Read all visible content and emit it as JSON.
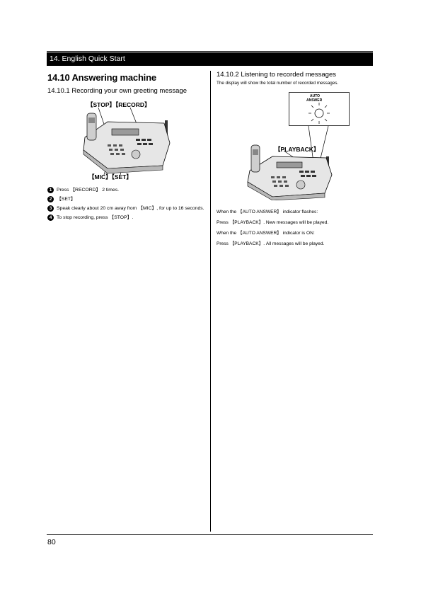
{
  "section_header": "14. English Quick Start",
  "left": {
    "title": "14.10 Answering machine",
    "subtitle": "14.10.1 Recording your own greeting message",
    "callouts": {
      "top": "【STOP】【RECORD】",
      "bottom": "【MIC】【SET】"
    },
    "steps": [
      {
        "num": "1",
        "text": "Press 【RECORD】 2 times."
      },
      {
        "num": "2",
        "text": "【SET】"
      },
      {
        "num": "3",
        "text": "Speak clearly about 20 cm away from 【MIC】, for up to 16 seconds."
      },
      {
        "num": "4",
        "text": "To stop recording, press 【STOP】."
      }
    ]
  },
  "right": {
    "subtitle": "14.10.2 Listening to recorded messages",
    "lead": "The display will show the total number of recorded messages.",
    "indicator_label_1": "AUTO",
    "indicator_label_2": "ANSWER",
    "callout_playback": "【PLAYBACK】",
    "notes": [
      "When the 【AUTO ANSWER】 indicator flashes:",
      "Press 【PLAYBACK】. New messages will be played.",
      "When the 【AUTO ANSWER】 indicator is ON:",
      "Press 【PLAYBACK】. All messages will be played."
    ]
  },
  "page_number": "80"
}
